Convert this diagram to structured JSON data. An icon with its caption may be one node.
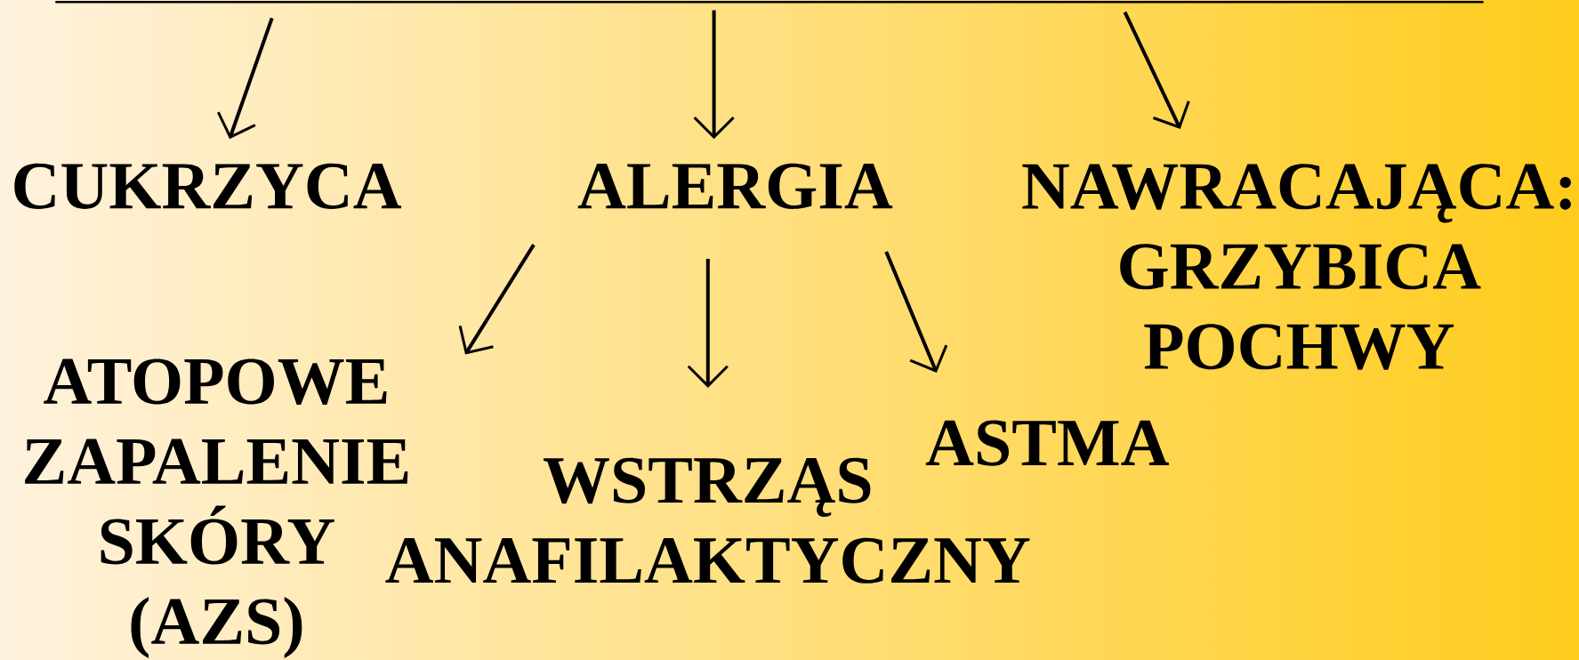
{
  "diagram": {
    "nodes": [
      {
        "text": [],
        "shape": "bar"
      },
      {
        "text": [
          "CUKRZYCA"
        ]
      },
      {
        "text": [
          "ALERGIA"
        ]
      },
      {
        "text": [
          "NAWRACAJĄCA: GRZYBICA POCHWY"
        ]
      },
      {
        "text": [
          "ATOPOWE ZAPALENIE SKÓRY (AZS)"
        ]
      },
      {
        "text": [
          "WSTRZĄS ANAFILAKTYCZNY"
        ]
      },
      {
        "text": [
          "ASTMA"
        ]
      }
    ],
    "edges": [
      {
        "from": 0,
        "to": 1,
        "arrow": "to"
      },
      {
        "from": 0,
        "to": 2,
        "arrow": "to"
      },
      {
        "from": 0,
        "to": 3,
        "arrow": "to"
      },
      {
        "from": 2,
        "to": 4,
        "arrow": "to"
      },
      {
        "from": 2,
        "to": 5,
        "arrow": "to"
      },
      {
        "from": 2,
        "to": 6,
        "arrow": "to"
      }
    ]
  }
}
